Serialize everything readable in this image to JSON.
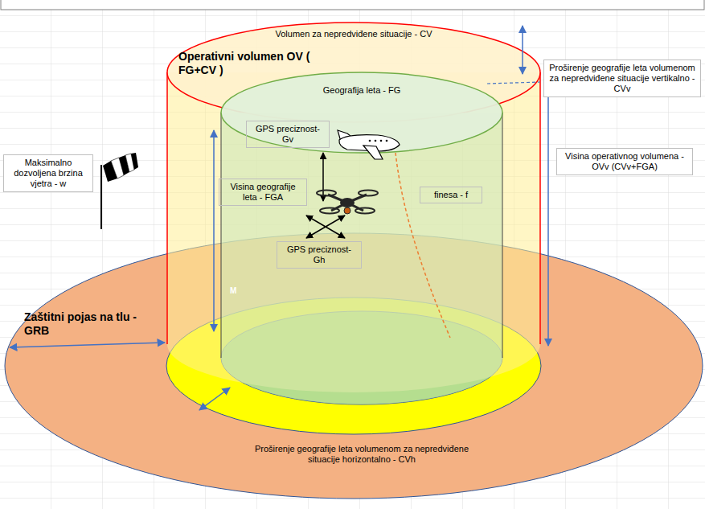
{
  "diagram": {
    "nodes": [
      {
        "text": [
          "Volumen za nepredviđene situacije - CV",
          "Operativni volumen OV ( FG+CV )"
        ]
      },
      {
        "text": [
          "Geografija leta - FG"
        ],
        "in": 0
      },
      {
        "text": [
          "GPS preciznost- Gv"
        ],
        "in": 1
      },
      {
        "text": [
          "Visina geografije leta - FGA"
        ],
        "in": 1
      },
      {
        "text": [
          "finesa - f"
        ],
        "in": 1
      },
      {
        "text": [
          "GPS preciznost- Gh"
        ],
        "in": 1
      },
      {
        "text": [
          "Zaštitni pojas na tlu - GRB"
        ]
      },
      {
        "text": [
          "Proširenje geografije leta volumenom za nepredviđene situacije horizontalno - CVh"
        ],
        "in": 6
      },
      {
        "text": [
          "Maksimalno dozvoljena brzina vjetra - w"
        ]
      },
      {
        "text": [
          "Proširenje geografije leta volumenom za nepredviđene situacije vertikalno - CVv"
        ]
      },
      {
        "text": [
          "Visina operativnog volumena - OVv (CVv+FGA)"
        ]
      }
    ],
    "labels": [
      "M"
    ]
  }
}
